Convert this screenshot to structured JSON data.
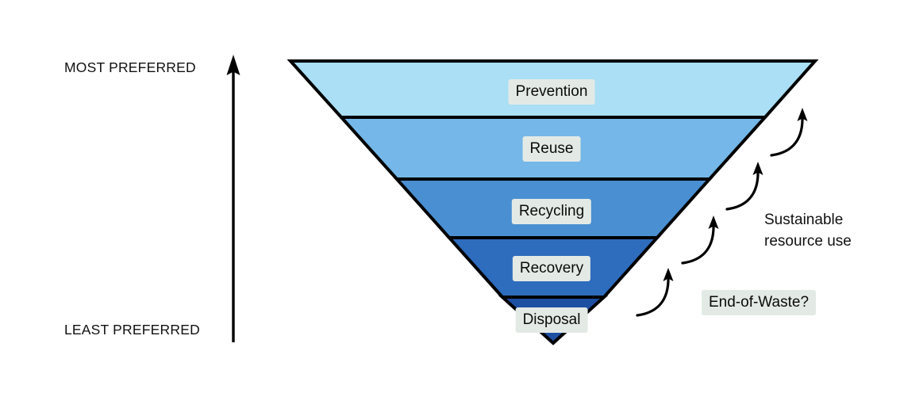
{
  "diagram": {
    "title": "Waste hierarchy inverted funnel",
    "background_color": "#ffffff",
    "outline_color": "#000000",
    "label_box_color": "#e3eae5",
    "text_color": "#111111"
  },
  "axis": {
    "top_label": "MOST PREFERRED",
    "bottom_label": "LEAST PREFERRED",
    "arrow_direction": "up",
    "arrow_icon": "up-arrow-icon"
  },
  "funnel": {
    "orientation": "inverted",
    "tiers": [
      {
        "label": "Prevention",
        "rank": 1,
        "color": "#aadff5"
      },
      {
        "label": "Reuse",
        "rank": 2,
        "color": "#74b7e8"
      },
      {
        "label": "Recycling",
        "rank": 3,
        "color": "#4a8fd2"
      },
      {
        "label": "Recovery",
        "rank": 4,
        "color": "#2e6cbd"
      },
      {
        "label": "Disposal",
        "rank": 5,
        "color": "#1d4fa3"
      }
    ]
  },
  "annotations": {
    "sustainable_line1": "Sustainable",
    "sustainable_line2": "resource use",
    "end_of_waste": "End-of-Waste?",
    "arrow_count": 4,
    "arrow_icon": "curved-up-arrow-icon"
  },
  "chart_data": {
    "type": "funnel",
    "title": "Waste hierarchy",
    "categories": [
      "Prevention",
      "Reuse",
      "Recycling",
      "Recovery",
      "Disposal"
    ],
    "ranks": [
      1,
      2,
      3,
      4,
      5
    ],
    "colors": [
      "#aadff5",
      "#74b7e8",
      "#4a8fd2",
      "#2e6cbd",
      "#1d4fa3"
    ],
    "axis_top": "MOST PREFERRED",
    "axis_bottom": "LEAST PREFERRED",
    "annotations": [
      "Sustainable resource use",
      "End-of-Waste?"
    ],
    "legend": "none",
    "grid": false
  }
}
